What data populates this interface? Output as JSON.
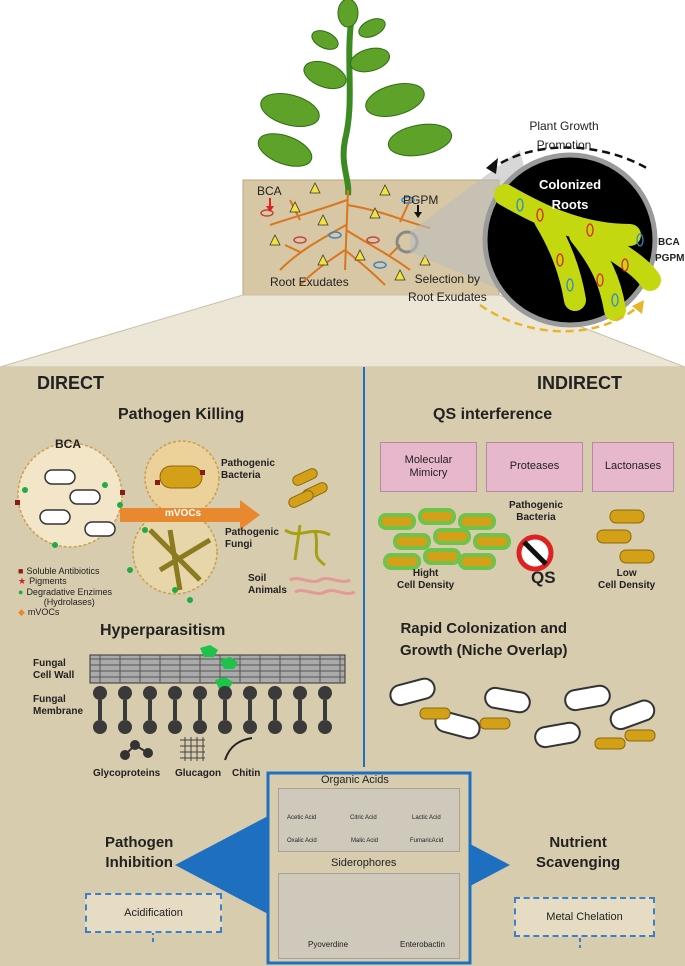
{
  "top": {
    "plant_growth_promotion": "Plant Growth\nPromotion",
    "colonized_roots": "Colonized\nRoots",
    "bca": "BCA",
    "pgpm": "PGPM",
    "root_exudates": "Root Exudates",
    "selection": "Selection by\nRoot Exudates",
    "zoom_bca": "BCA",
    "zoom_pgpm": "PGPM"
  },
  "direct": {
    "header": "DIRECT",
    "pathogen_killing": "Pathogen Killing",
    "bca": "BCA",
    "pathogenic_bacteria": "Pathogenic\nBacteria",
    "mvocs_arrow": "mVOCs",
    "pathogenic_fungi": "Pathogenic\nFungi",
    "soil_animals": "Soil\nAnimals",
    "legend": [
      {
        "label": "Soluble Antibiotics",
        "color": "#8b1a1a",
        "symbol": "square"
      },
      {
        "label": "Pigments",
        "color": "#cc2222",
        "symbol": "star"
      },
      {
        "label": "Degradative Enzimes\n(Hydrolases)",
        "color": "#22aa44",
        "symbol": "circle"
      },
      {
        "label": "mVOCs",
        "color": "#e8892f",
        "symbol": "diamond"
      }
    ],
    "hyperparasitism": "Hyperparasitism",
    "fungal_cell_wall": "Fungal\nCell Wall",
    "fungal_membrane": "Fungal\nMembrane",
    "glycoproteins": "Glycoproteins",
    "glucagon": "Glucagon",
    "chitin": "Chitin"
  },
  "indirect": {
    "header": "INDIRECT",
    "qs_interference": "QS interference",
    "boxes": [
      "Molecular\nMimicry",
      "Proteases",
      "Lactonases"
    ],
    "pathogenic_bacteria": "Pathogenic\nBacteria",
    "high_density": "Hight\nCell Density",
    "qs": "QS",
    "low_density": "Low\nCell Density",
    "rapid_colonization": "Rapid Colonization and\nGrowth (Niche Overlap)"
  },
  "bottom": {
    "organic_acids": "Organic Acids",
    "acids": [
      "Acetic Acid",
      "Citric Acid",
      "Lactic Acid",
      "Oxalic Acid",
      "Malic Acid",
      "FumaricAcid"
    ],
    "siderophores": "Siderophores",
    "pyoverdine": "Pyoverdine",
    "enterobactin": "Enterobactin",
    "pathogen_inhibition": "Pathogen\nInhibition",
    "acidification": "Acidification",
    "nutrient_scavenging": "Nutrient\nScavenging",
    "metal_chelation": "Metal Chelation"
  },
  "colors": {
    "panel": "#d8ccae",
    "blue": "#1f6fc0",
    "leaf": "#5ea22a",
    "root": "#d9761e",
    "bacteria": "#d4a017",
    "pink_box": "#e7b7cb"
  }
}
